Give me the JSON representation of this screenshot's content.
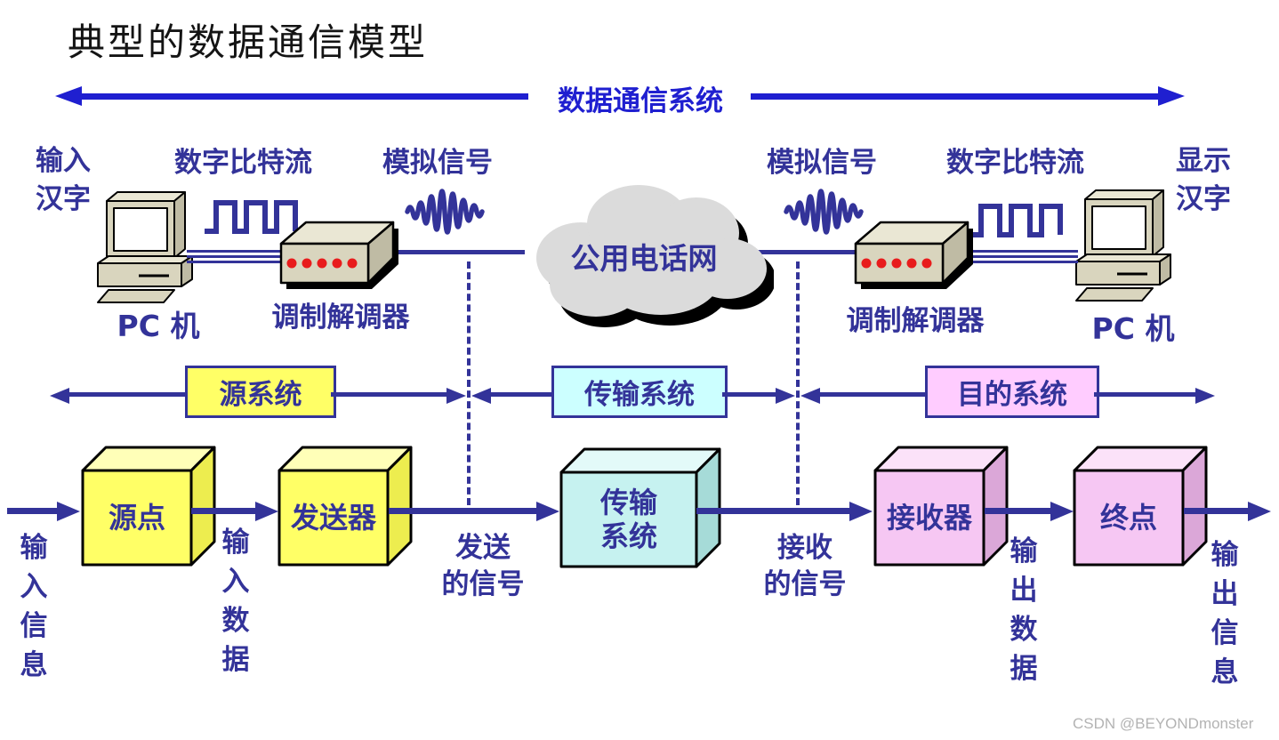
{
  "title": "典型的数据通信模型",
  "colors": {
    "accent_blue": "#1f1fd0",
    "navy": "#333399",
    "yellow_box": "#ffff66",
    "cyan_box": "#ccffff",
    "pink_box": "#ffccff",
    "cloud_gray": "#dbdbdb",
    "device_beige": "#d9d5be",
    "modem_dot_red": "#e81c1c"
  },
  "banner": {
    "label": "数据通信系统"
  },
  "upper": {
    "input_hanzi": "输入\n汉字",
    "bitstream_left": "数字比特流",
    "analog_left": "模拟信号",
    "cloud_label": "公用电话网",
    "analog_right": "模拟信号",
    "bitstream_right": "数字比特流",
    "display_hanzi": "显示\n汉字",
    "pc_left": "PC 机",
    "modem_left": "调制解调器",
    "modem_right": "调制解调器",
    "pc_right": "PC 机"
  },
  "band": {
    "source": "源系统",
    "transmission": "传输系统",
    "destination": "目的系统"
  },
  "flow": {
    "boxes": [
      {
        "label": "源点"
      },
      {
        "label": "发送器"
      },
      {
        "label": "传输\n系统"
      },
      {
        "label": "接收器"
      },
      {
        "label": "终点"
      }
    ],
    "labels": {
      "input_info": "输入信息",
      "input_data": "输入数据",
      "sent_signal": "发送\n的信号",
      "received_signal": "接收\n的信号",
      "output_data": "输出数据",
      "output_info": "输出信息"
    }
  },
  "watermark": "CSDN @BEYONDmonster"
}
